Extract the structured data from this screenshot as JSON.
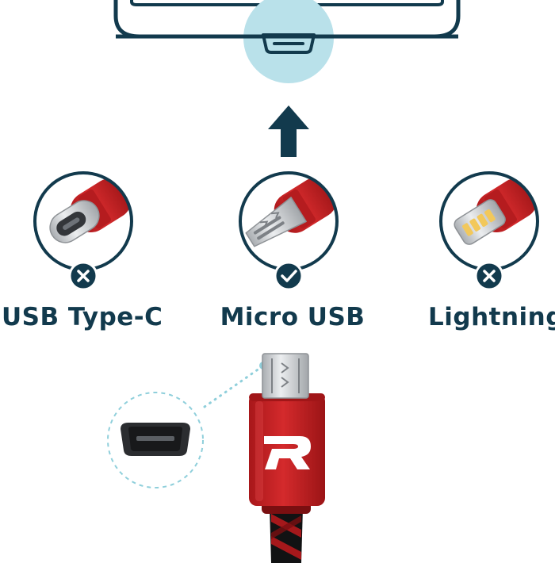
{
  "options": [
    {
      "id": "type-c",
      "label": "USB Type-C",
      "compatible": false,
      "status_icon": "x-icon"
    },
    {
      "id": "micro-usb",
      "label": "Micro USB",
      "compatible": true,
      "status_icon": "check-icon"
    },
    {
      "id": "lightning",
      "label": "Lightning",
      "compatible": false,
      "status_icon": "x-icon"
    }
  ],
  "cable": {
    "logo_letter": "R",
    "logo_icon": "r-logo-icon",
    "connector_icon": "micro-usb-plug-icon",
    "port_detail_icon": "micro-usb-port-icon"
  },
  "device": {
    "port_icon": "micro-usb-port-icon",
    "arrow_icon": "up-arrow-icon"
  },
  "colors": {
    "navy": "#123a4d",
    "red": "#cc1f22",
    "dark_red": "#8e1012",
    "highlight_teal": "#b9e1ea",
    "dotted_teal": "#8fcfdb",
    "silver": "#c8ccd0",
    "gold": "#f2c85b"
  }
}
